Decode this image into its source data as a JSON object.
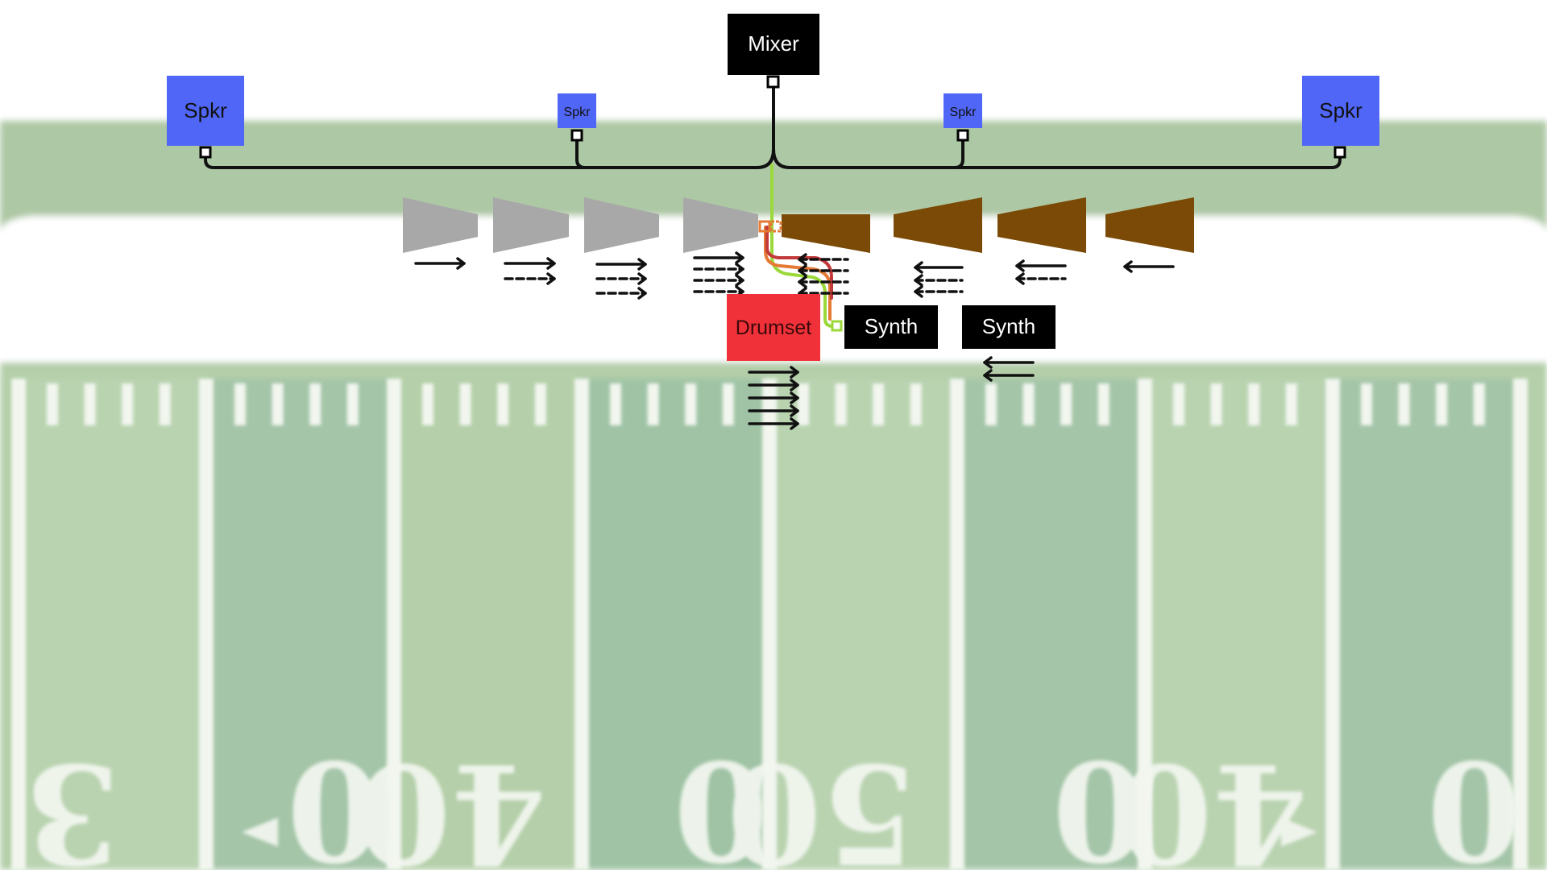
{
  "labels": {
    "mixer": "Mixer",
    "speaker": "Spkr",
    "drumset": "Drumset",
    "synth": "Synth"
  },
  "field_numbers": [
    "3",
    "0",
    "40",
    "0",
    "50",
    "0",
    "40",
    "0"
  ],
  "colors": {
    "speaker": "#5066f6",
    "mixer": "#000000",
    "drumset": "#f1313a",
    "synth": "#000000",
    "horn_left": "#a8a8a8",
    "horn_right": "#7a4a06",
    "cable": "#111111",
    "cable_green": "#9bd83a",
    "cable_orange": "#e57a34",
    "cable_red": "#c23a3a",
    "field_dark": "#9fc3a4",
    "field_light": "#b4cfa9",
    "field_line": "#f2f6ef"
  },
  "icons": [
    "arrow-right-icon",
    "arrow-left-icon",
    "connector-icon",
    "horn-icon"
  ]
}
